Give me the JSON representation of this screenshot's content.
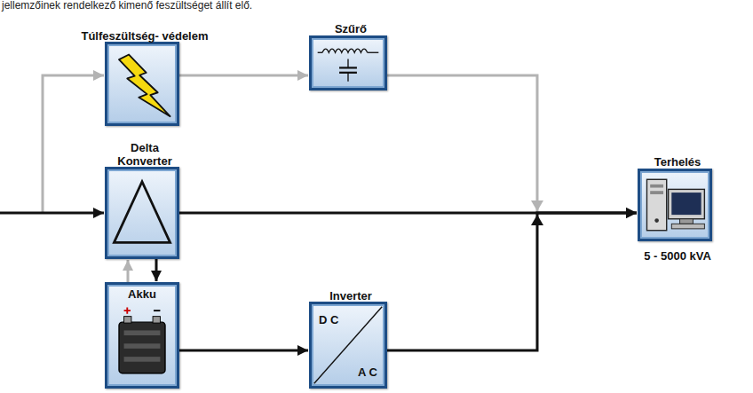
{
  "diagram": {
    "nodes": [
      {
        "text": [
          "Túlfeszültség- védelem"
        ]
      },
      {
        "text": [
          "Szűrő"
        ]
      },
      {
        "text": [
          "Delta Konverter"
        ]
      },
      {
        "text": [
          "Akku"
        ]
      },
      {
        "text": [
          "Inverter",
          "D C",
          "A C"
        ]
      },
      {
        "text": [
          "Terhelés",
          "5 - 5000 kVA"
        ]
      }
    ],
    "edges": [
      {
        "from": 0,
        "to": 1,
        "arrow": "to"
      },
      {
        "from": 1,
        "to": 5,
        "arrow": "to"
      },
      {
        "from": 2,
        "to": 5,
        "arrow": "to"
      },
      {
        "from": 2,
        "to": 3,
        "arrow": "to"
      },
      {
        "from": 3,
        "to": 2,
        "arrow": "to"
      },
      {
        "from": 3,
        "to": 4,
        "arrow": "to"
      },
      {
        "from": 4,
        "to": 5,
        "arrow": "to"
      }
    ],
    "labels": [
      "jellemzőinek rendelkező kimenő feszültséget állít elő."
    ]
  }
}
